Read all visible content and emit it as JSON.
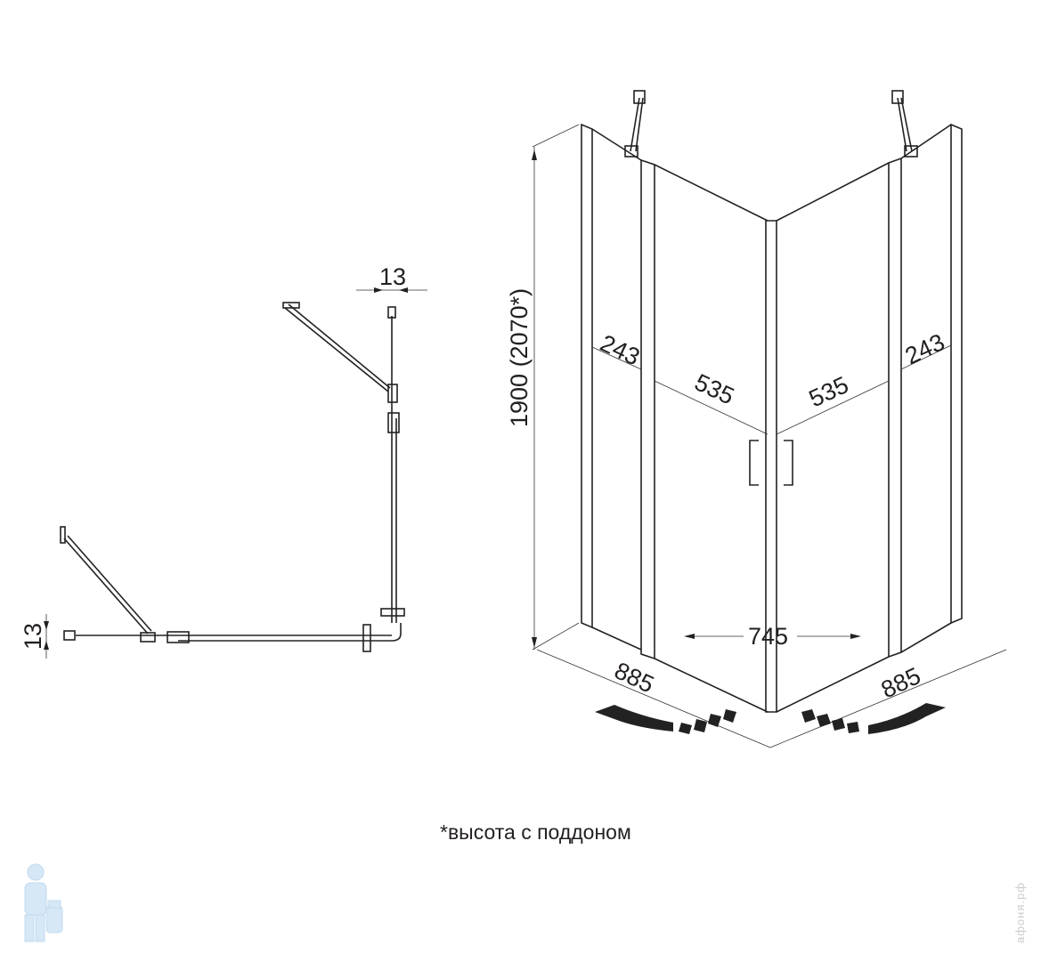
{
  "plan_view": {
    "top_gap": "13",
    "left_gap": "13"
  },
  "perspective_view": {
    "height": "1900 (2070*)",
    "left_fixed_panel": "243",
    "left_door": "535",
    "right_door": "535",
    "right_fixed_panel": "243",
    "entrance_width": "745",
    "left_side": "885",
    "right_side": "885"
  },
  "footnote": "*высота с поддоном",
  "watermark": "афоня.рф",
  "colors": {
    "line": "#222222",
    "watermark": "#cfe3f5"
  }
}
